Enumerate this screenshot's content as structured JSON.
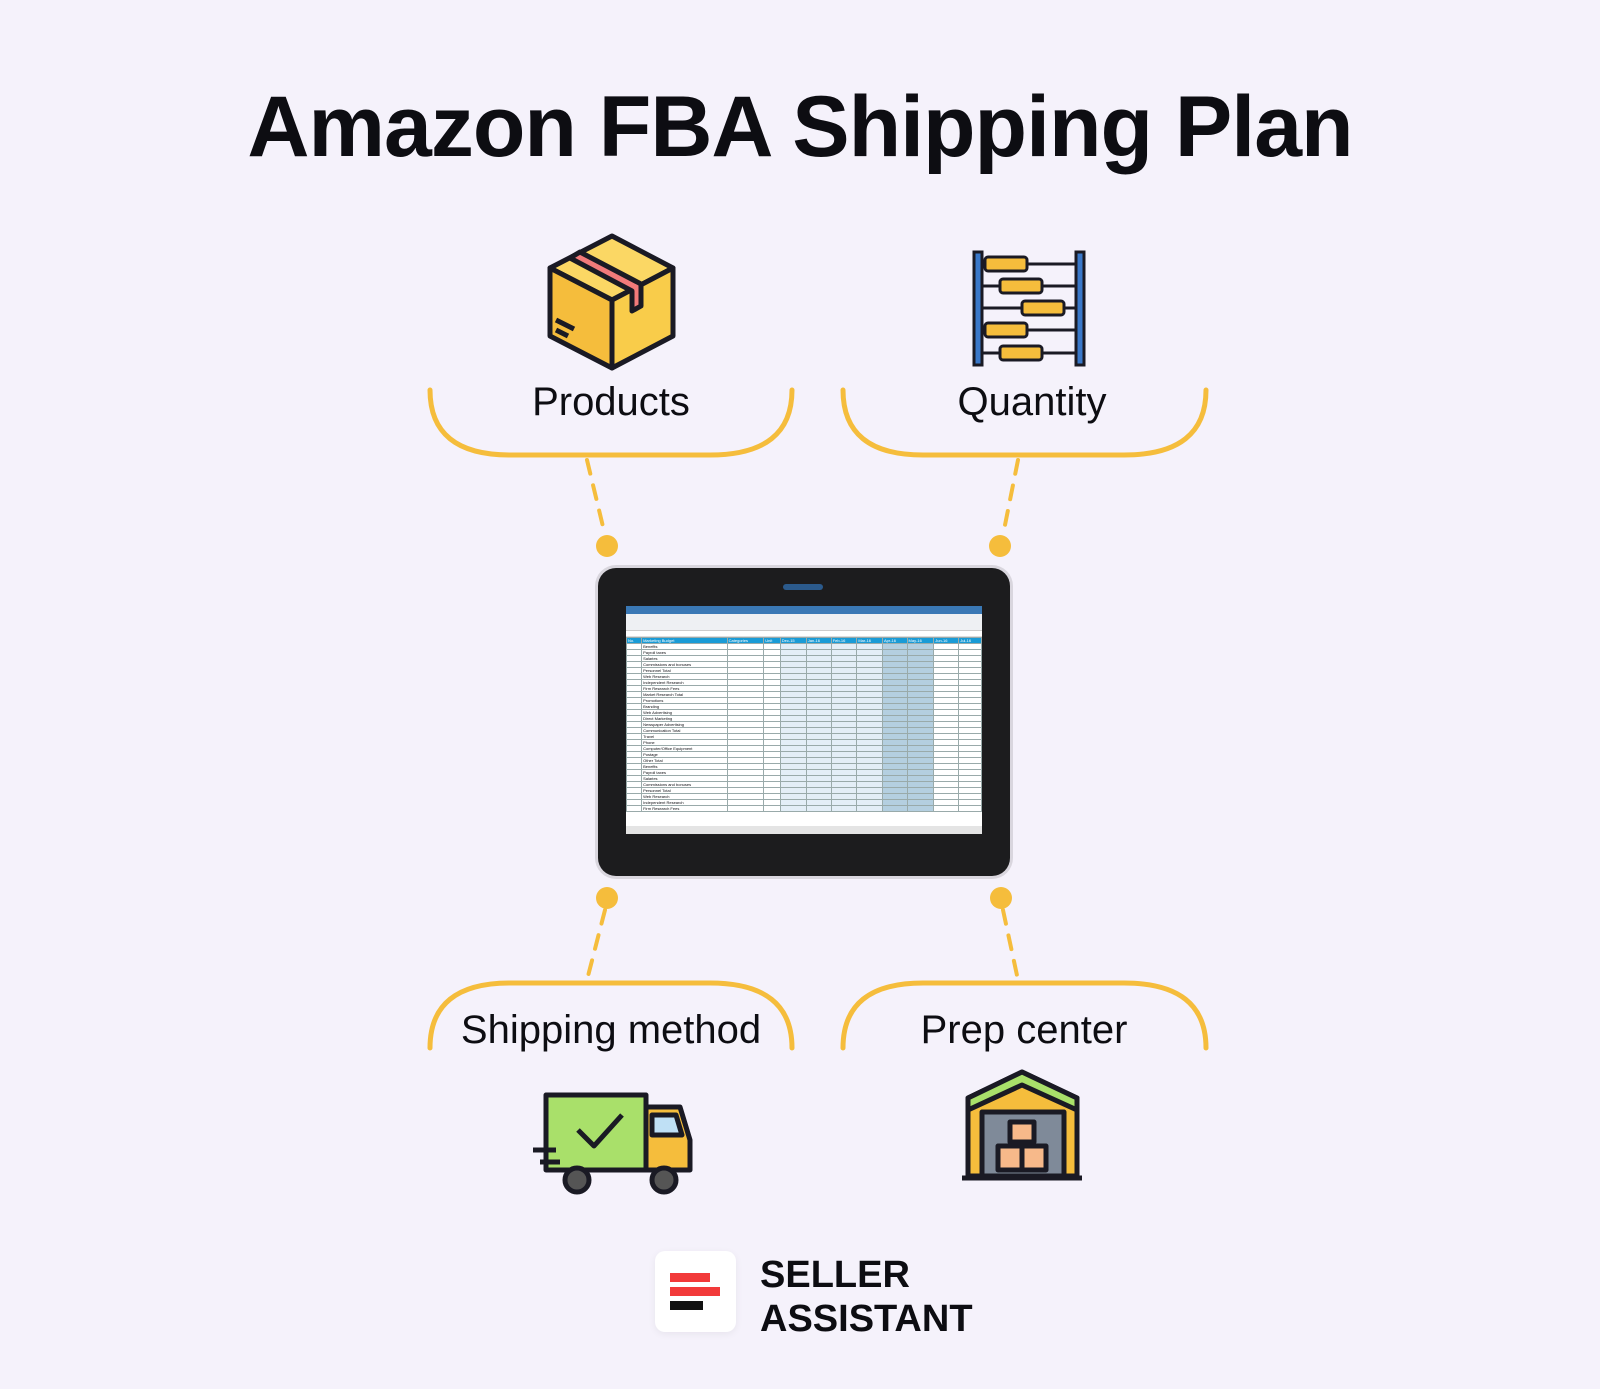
{
  "title": "Amazon FBA Shipping Plan",
  "nodes": [
    {
      "label": "Products",
      "icon": "cardboard-box-icon"
    },
    {
      "label": "Quantity",
      "icon": "abacus-icon"
    },
    {
      "label": "Shipping method",
      "icon": "delivery-truck-icon"
    },
    {
      "label": "Prep center",
      "icon": "warehouse-icon"
    }
  ],
  "center": {
    "icon": "tablet-spreadsheet-icon",
    "sheet": {
      "headers": [
        "No.",
        "Marketing Budget",
        "Categories",
        "Unit",
        "Dec-15",
        "Jan-16",
        "Feb-16",
        "Mar-16",
        "Apr-16",
        "May-16",
        "Jun-16",
        "Jul-16"
      ],
      "rows": [
        "Benefits",
        "Payroll taxes",
        "Salaries",
        "Commissions and bonuses",
        "Personnel Total",
        "Web Research",
        "Independent Research",
        "Firm Research Fees",
        "Market Research Total",
        "Promotions",
        "Branding",
        "Web Advertising",
        "Direct Marketing",
        "Newspaper Advertising",
        "Communication Total",
        "Travel",
        "Phone",
        "Computer/Office Equipment",
        "Postage",
        "Other Total",
        "Benefits",
        "Payroll taxes",
        "Salaries",
        "Commissions and bonuses",
        "Personnel Total",
        "Web Research",
        "Independent Research",
        "Firm Research Fees"
      ]
    }
  },
  "colors": {
    "background": "#f5f2fb",
    "accent": "#f5bd3c",
    "brand_red": "#f23a3a",
    "text": "#0d0d12"
  },
  "brand": {
    "line1": "SELLER",
    "line2": "ASSISTANT",
    "icon": "seller-assistant-logo"
  }
}
